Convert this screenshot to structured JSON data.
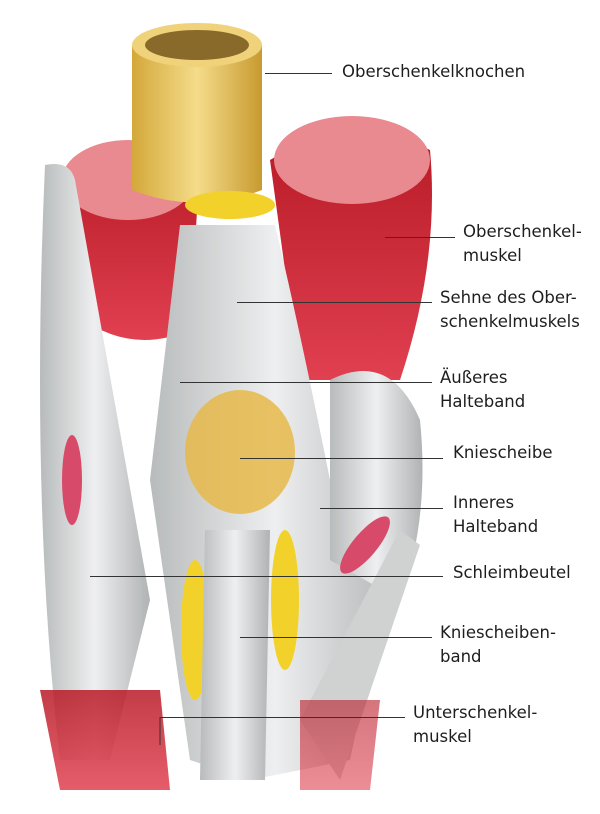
{
  "labels": {
    "femur": [
      "Oberschenkelknochen"
    ],
    "thigh_muscle": [
      "Oberschenkel-",
      "muskel"
    ],
    "quad_tendon": [
      "Sehne des Ober-",
      "schenkelmuskels"
    ],
    "outer_retinaculum": [
      "Äußeres",
      "Halteband"
    ],
    "patella": [
      "Kniescheibe"
    ],
    "inner_retinaculum": [
      "Inneres",
      "Halteband"
    ],
    "bursa": [
      "Schleimbeutel"
    ],
    "patellar_ligament": [
      "Kniescheiben-",
      "band"
    ],
    "calf_muscle": [
      "Unterschenkel-",
      "muskel"
    ]
  },
  "colors": {
    "muscle": "#c8202c",
    "bone": "#e8c860",
    "tendon": "#dcdedd",
    "fat": "#f2d22a",
    "bursa": "#d84a6a"
  }
}
